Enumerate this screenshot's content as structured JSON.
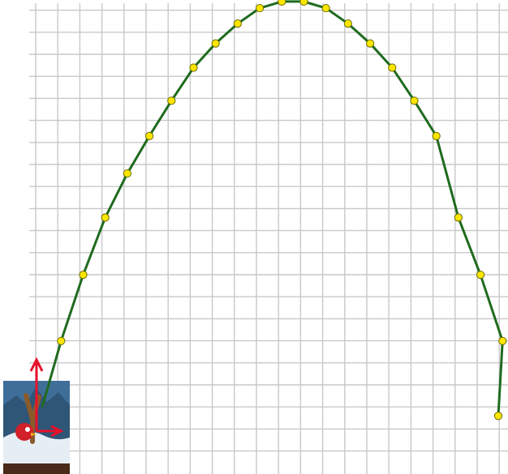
{
  "colors": {
    "grid": "#c8c8c8",
    "curve": "#1f6b1f",
    "point_fill": "#ffe600",
    "point_stroke": "#6a6a00",
    "vector": "#e8102a",
    "sky": "#3f6f99",
    "snow": "#e6eef5",
    "ground": "#4a2a18"
  },
  "icons": {
    "slingshot": "slingshot-icon",
    "bird": "red-bird-icon",
    "vector_up": "arrow-up-icon",
    "vector_right": "arrow-right-icon"
  },
  "chart_data": {
    "type": "scatter",
    "description_of_units": "grid squares",
    "x": [
      0,
      1,
      2,
      3,
      4,
      5,
      6,
      7,
      8,
      9,
      10,
      11,
      12,
      13,
      14,
      15,
      16,
      17,
      18,
      19,
      20,
      21
    ],
    "y": [
      3,
      6,
      9,
      11.6,
      13.6,
      15.3,
      16.9,
      18.4,
      19.5,
      20.4,
      21.1,
      21.4,
      21.4,
      21.1,
      20.4,
      19.5,
      18.4,
      16.9,
      15.3,
      11.6,
      9,
      6,
      2.6
    ]
  }
}
